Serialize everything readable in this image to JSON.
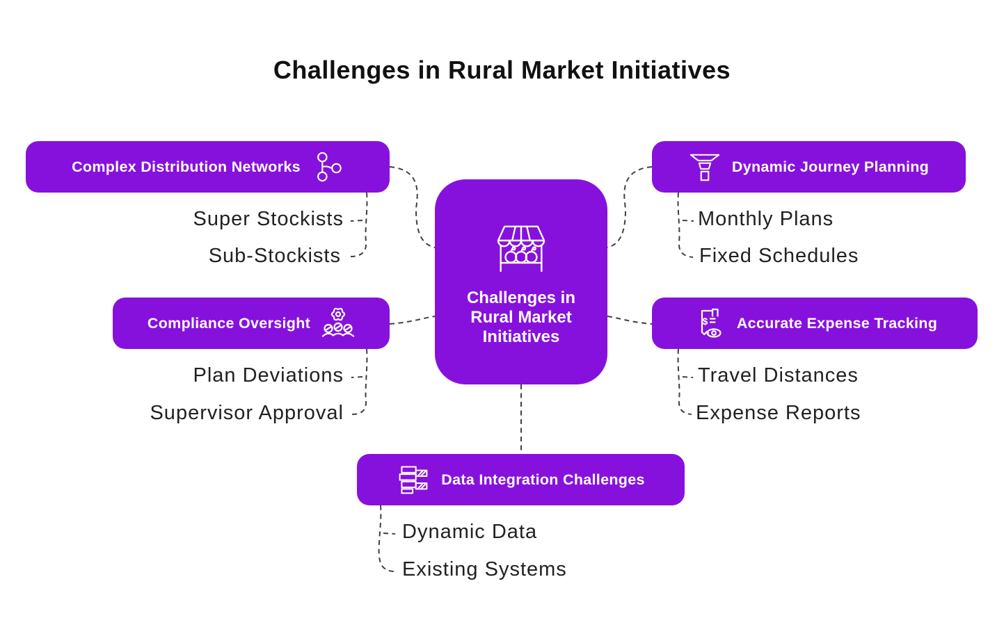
{
  "title": "Challenges in Rural Market Initiatives",
  "colors": {
    "purple": "#8711DC",
    "connector": "#3F3F3F",
    "title": "#111111",
    "item_text": "#212121"
  },
  "center": {
    "icon": "market-stall-icon",
    "label": "Challenges in Rural Market Initiatives",
    "lines": [
      "Challenges in",
      "Rural Market",
      "Initiatives"
    ]
  },
  "branches": [
    {
      "id": "complex-distribution-networks",
      "label": "Complex Distribution Networks",
      "icon": "network-nodes-icon",
      "icon_side": "right",
      "items": [
        "Super Stockists",
        "Sub-Stockists"
      ]
    },
    {
      "id": "dynamic-journey-planning",
      "label": "Dynamic Journey Planning",
      "icon": "funnel-icon",
      "icon_side": "left",
      "items": [
        "Monthly Plans",
        "Fixed Schedules"
      ]
    },
    {
      "id": "compliance-oversight",
      "label": "Compliance Oversight",
      "icon": "gear-team-icon",
      "icon_side": "right",
      "items": [
        "Plan Deviations",
        "Supervisor Approval"
      ]
    },
    {
      "id": "accurate-expense-tracking",
      "label": "Accurate Expense Tracking",
      "icon": "receipt-eye-icon",
      "icon_side": "left",
      "items": [
        "Travel Distances",
        "Expense Reports"
      ]
    },
    {
      "id": "data-integration-challenges",
      "label": "Data Integration Challenges",
      "icon": "data-rows-icon",
      "icon_side": "left",
      "items": [
        "Dynamic Data",
        "Existing Systems"
      ]
    }
  ]
}
